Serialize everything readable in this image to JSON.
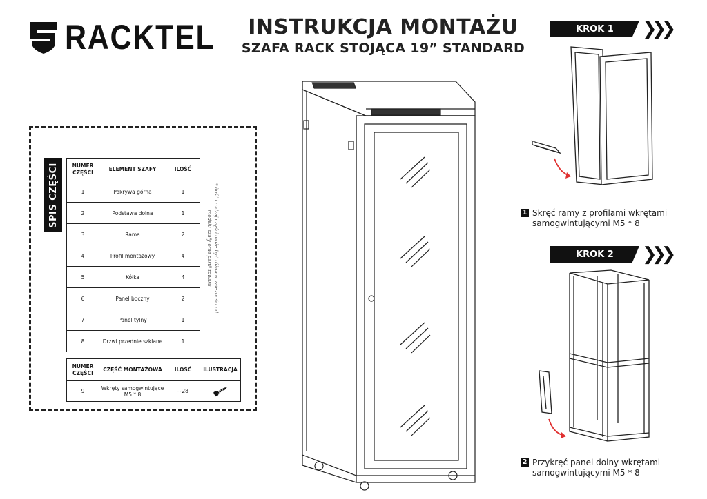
{
  "brand": {
    "logo_text": "RACKTEL"
  },
  "title": {
    "main": "INSTRUKCJA MONTAŻU",
    "sub": "SZAFA RACK STOJĄCA 19” STANDARD"
  },
  "parts_section": {
    "label": "SPIS CZĘŚCI",
    "table1": {
      "headers": [
        "NUMER CZĘŚCI",
        "ELEMENT SZAFY",
        "ILOŚĆ"
      ],
      "rows": [
        [
          "1",
          "Pokrywa górna",
          "1"
        ],
        [
          "2",
          "Podstawa dolna",
          "1"
        ],
        [
          "3",
          "Rama",
          "2"
        ],
        [
          "4",
          "Profil montażowy",
          "4"
        ],
        [
          "5",
          "Kółka",
          "4"
        ],
        [
          "6",
          "Panel boczny",
          "2"
        ],
        [
          "7",
          "Panel tylny",
          "1"
        ],
        [
          "8",
          "Drzwi przednie szklane",
          "1"
        ]
      ]
    },
    "note": "* ilość i rodzaj części może być różna w zależności od modelu szafy oraz partii towaru",
    "table2": {
      "headers": [
        "NUMER CZĘŚCI",
        "CZĘŚĆ MONTAŻOWA",
        "ILOŚĆ",
        "ILUSTRACJA"
      ],
      "rows": [
        [
          "9",
          "Wkręty samogwintujące M5 * 8",
          "~28",
          ""
        ]
      ]
    }
  },
  "steps": [
    {
      "header": "KROK 1",
      "number": "1",
      "text": "Skręć ramy z profilami wkrętami samogwintującymi M5 * 8"
    },
    {
      "header": "KROK 2",
      "number": "2",
      "text": "Przykręć panel dolny wkrętami samogwintującymi M5 * 8"
    }
  ],
  "colors": {
    "ink": "#111111",
    "accent_arrow": "#e03030"
  },
  "icons": [
    "racktel-shield-logo-icon",
    "chevron-arrows-icon",
    "screw-icon"
  ]
}
